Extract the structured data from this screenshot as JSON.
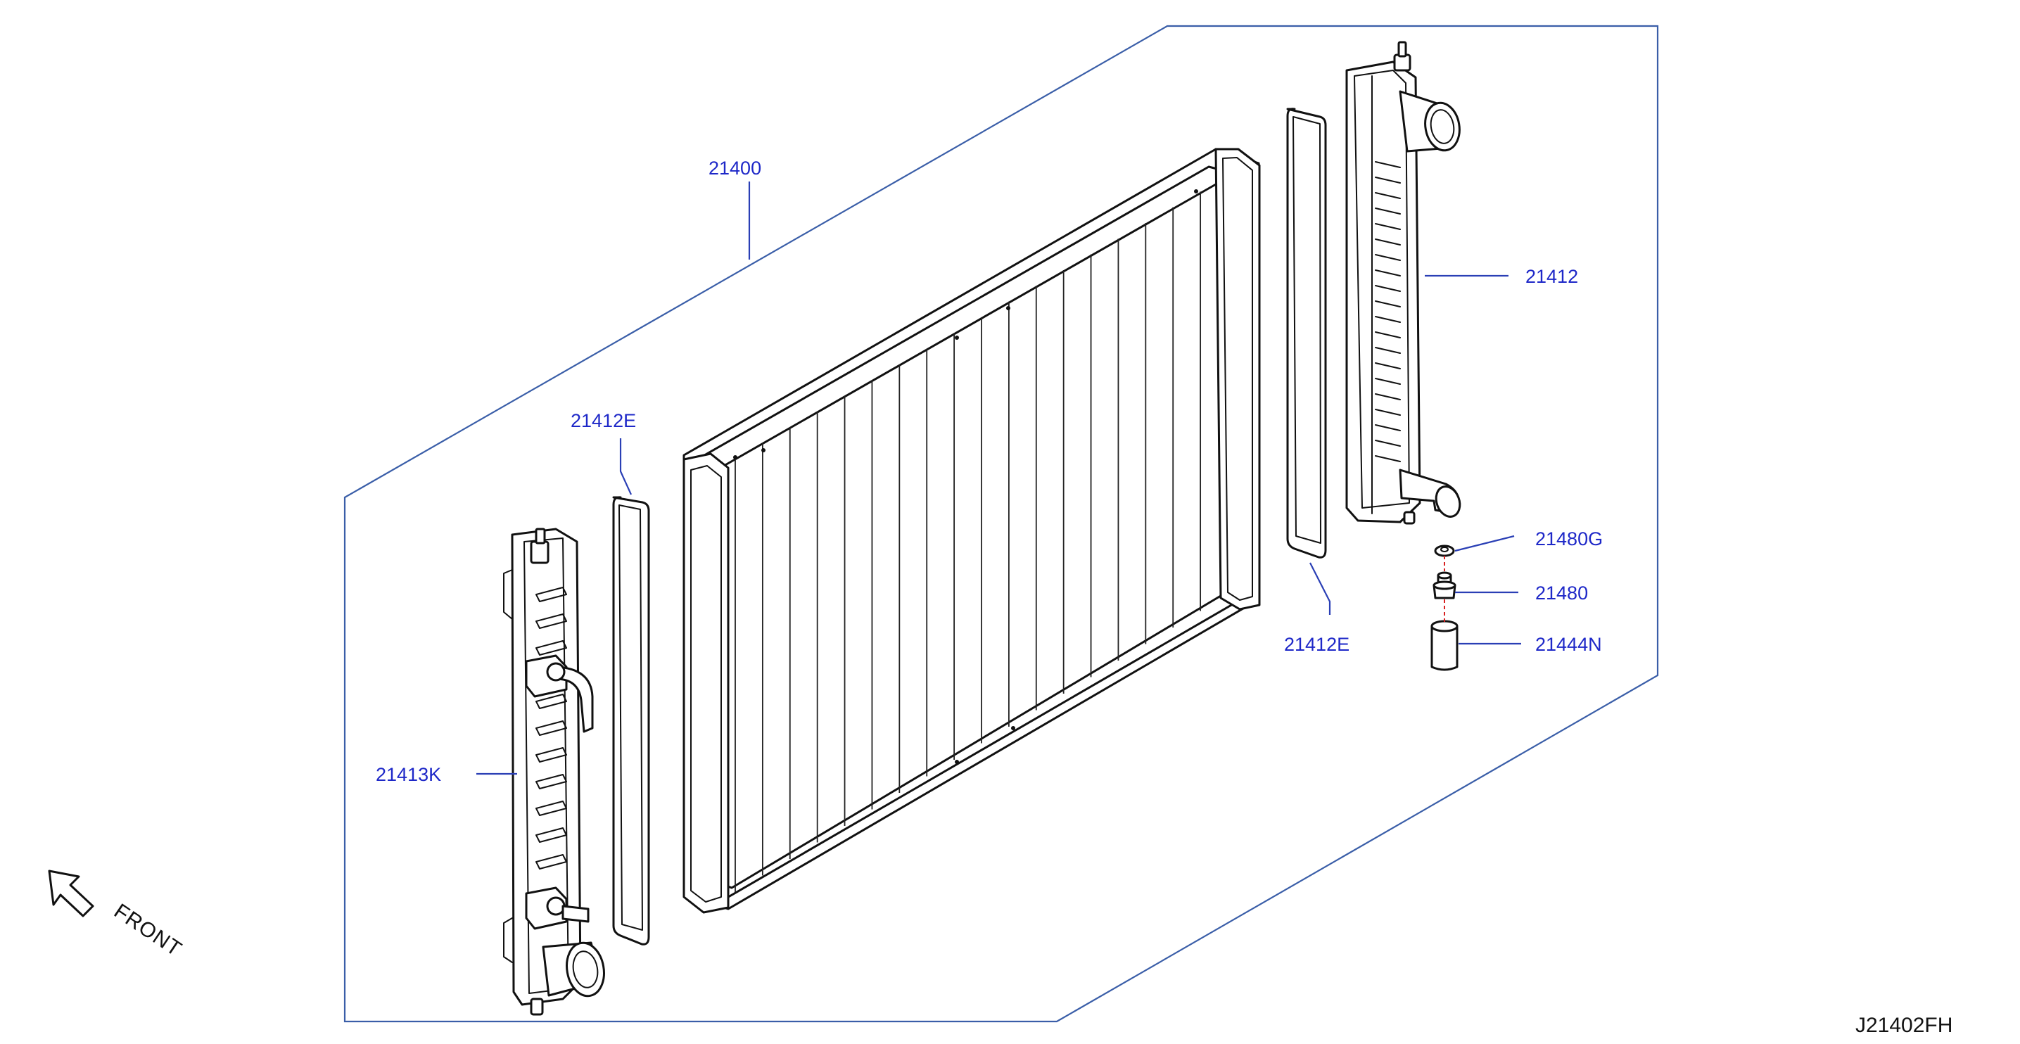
{
  "diagram": {
    "callouts": {
      "assembly": "21400",
      "seal_left": "21412E",
      "seal_right": "21412E",
      "tank_right": "21412",
      "tank_left": "21413K",
      "drain_gasket": "21480G",
      "drain_plug": "21480",
      "drain_cap": "21444N"
    },
    "direction_label": "FRONT",
    "diagram_code": "J21402FH"
  }
}
